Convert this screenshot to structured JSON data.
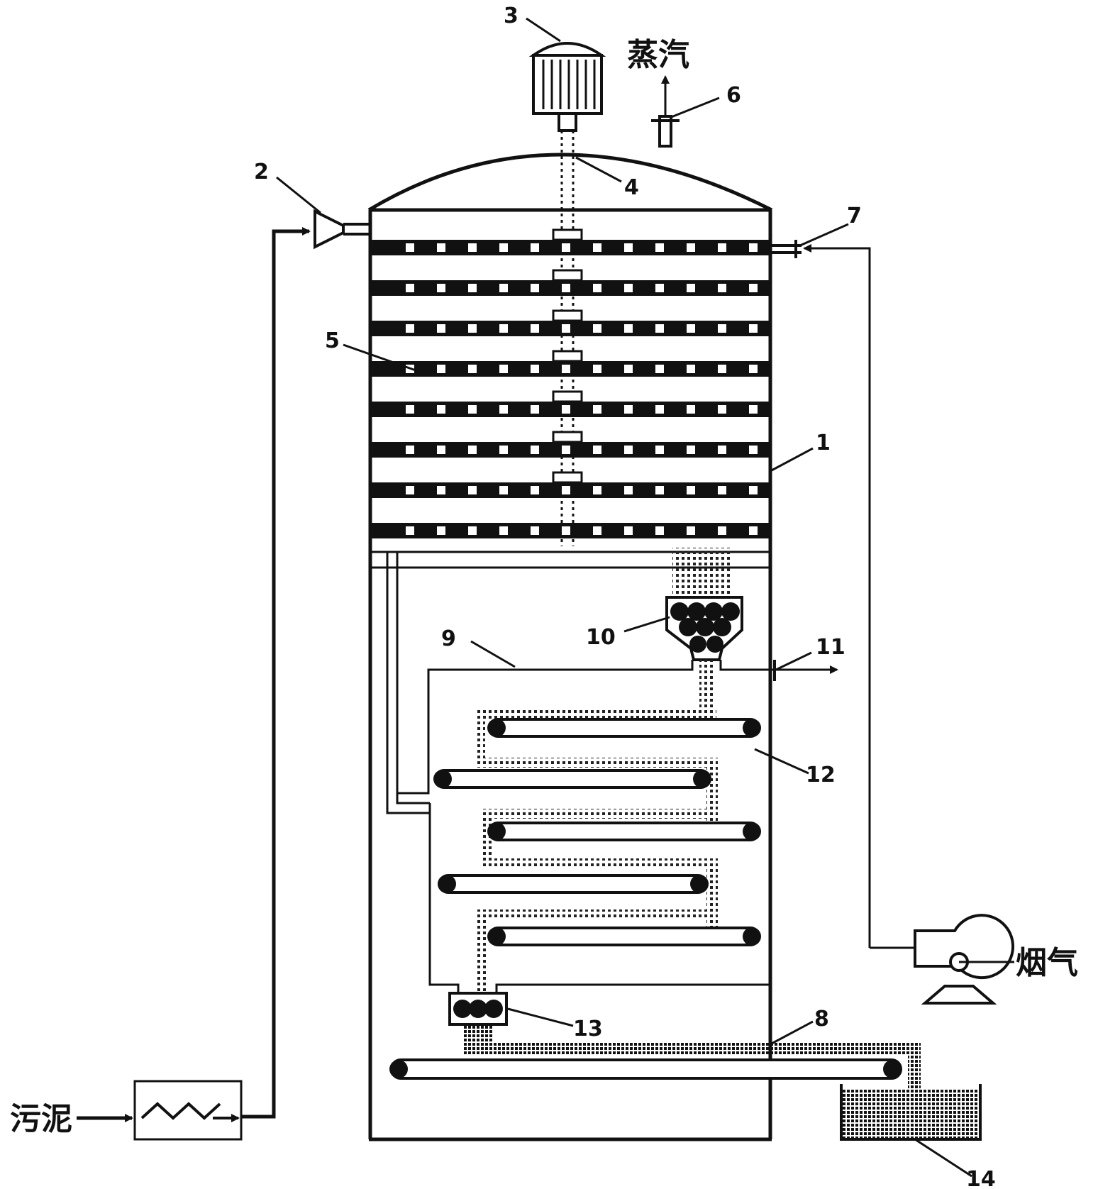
{
  "labels": {
    "l1": "1",
    "l2": "2",
    "l3": "3",
    "l4": "4",
    "l5": "5",
    "l6": "6",
    "l7": "7",
    "l8": "8",
    "l9": "9",
    "l10": "10",
    "l11": "11",
    "l12": "12",
    "l13": "13",
    "l14": "14"
  },
  "text": {
    "steam": "蒸汽",
    "sludge": "污泥",
    "flue_gas": "烟气"
  },
  "colors": {
    "line": "#111111",
    "background": "#ffffff"
  }
}
